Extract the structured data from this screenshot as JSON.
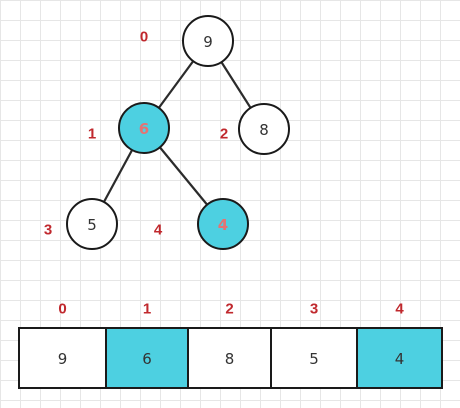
{
  "colors": {
    "highlight": "#4dd0e1",
    "plain": "#ffffff",
    "index_label": "#c0282d",
    "highlight_value": "#e57373",
    "value": "#333333"
  },
  "tree": {
    "nodes": [
      {
        "index": "0",
        "value": "9",
        "highlighted": false
      },
      {
        "index": "1",
        "value": "6",
        "highlighted": true
      },
      {
        "index": "2",
        "value": "8",
        "highlighted": false
      },
      {
        "index": "3",
        "value": "5",
        "highlighted": false
      },
      {
        "index": "4",
        "value": "4",
        "highlighted": true
      }
    ],
    "edges": [
      {
        "from": "0",
        "to": "1"
      },
      {
        "from": "0",
        "to": "2"
      },
      {
        "from": "1",
        "to": "3"
      },
      {
        "from": "1",
        "to": "4"
      }
    ]
  },
  "array": {
    "cells": [
      {
        "index": "0",
        "value": "9",
        "highlighted": false
      },
      {
        "index": "1",
        "value": "6",
        "highlighted": true
      },
      {
        "index": "2",
        "value": "8",
        "highlighted": false
      },
      {
        "index": "3",
        "value": "5",
        "highlighted": false
      },
      {
        "index": "4",
        "value": "4",
        "highlighted": true
      }
    ]
  }
}
